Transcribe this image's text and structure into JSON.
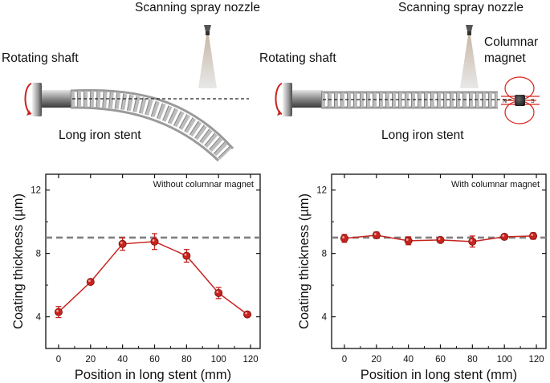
{
  "illustration": {
    "left": {
      "nozzle_label": "Scanning spray nozzle",
      "shaft_label": "Rotating shaft",
      "stent_label": "Long iron stent"
    },
    "right": {
      "nozzle_label": "Scanning spray nozzle",
      "shaft_label": "Rotating shaft",
      "stent_label": "Long iron stent",
      "magnet_label_line1": "Columnar",
      "magnet_label_line2": "magnet",
      "pole_n": "N",
      "pole_s": "S"
    }
  },
  "colors": {
    "series": "#c8231e",
    "reference_line": "#808080",
    "stent": "#9a9a9a"
  },
  "chart_data": [
    {
      "type": "line",
      "annotation": "Without columnar magnet",
      "xlabel": "Position in long stent (mm)",
      "ylabel": "Coating thickness (µm)",
      "x": [
        0,
        20,
        40,
        60,
        80,
        100,
        118
      ],
      "y": [
        4.3,
        6.2,
        8.6,
        8.75,
        7.85,
        5.5,
        4.15
      ],
      "error": [
        0.35,
        0.12,
        0.4,
        0.5,
        0.4,
        0.35,
        0.15
      ],
      "reference_y": 9.0,
      "xlim": [
        -8,
        126
      ],
      "ylim": [
        2,
        13
      ],
      "xticks": [
        0,
        20,
        40,
        60,
        80,
        100,
        120
      ],
      "yticks": [
        4,
        8,
        12
      ],
      "grid": false,
      "legend": "none"
    },
    {
      "type": "line",
      "annotation": "With columnar magnet",
      "xlabel": "Position in long stent (mm)",
      "ylabel": "Coating thickness (µm)",
      "x": [
        0,
        20,
        40,
        60,
        80,
        100,
        118
      ],
      "y": [
        8.95,
        9.15,
        8.8,
        8.85,
        8.75,
        9.05,
        9.1
      ],
      "error": [
        0.25,
        0.2,
        0.25,
        0.15,
        0.35,
        0.15,
        0.2
      ],
      "reference_y": 9.0,
      "xlim": [
        -8,
        126
      ],
      "ylim": [
        2,
        13
      ],
      "xticks": [
        0,
        20,
        40,
        60,
        80,
        100,
        120
      ],
      "yticks": [
        4,
        8,
        12
      ],
      "grid": false,
      "legend": "none"
    }
  ]
}
